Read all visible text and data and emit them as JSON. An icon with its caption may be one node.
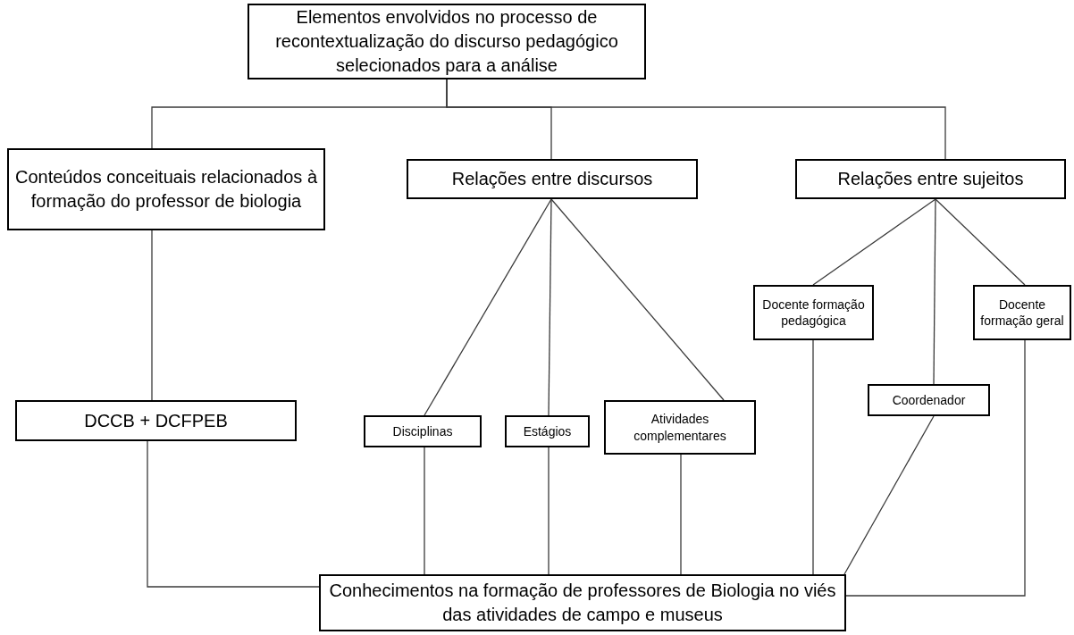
{
  "diagram": {
    "nodes": [
      {
        "text": [
          "Elementos envolvidos no processo de recontextualização do discurso pedagógico selecionados para a análise"
        ]
      },
      {
        "text": [
          "Conteúdos conceituais relacionados à formação do professor de biologia"
        ]
      },
      {
        "text": [
          "Relações entre discursos"
        ]
      },
      {
        "text": [
          "Relações entre sujeitos"
        ]
      },
      {
        "text": [
          "DCCB + DCFPEB"
        ]
      },
      {
        "text": [
          "Disciplinas"
        ]
      },
      {
        "text": [
          "Estágios"
        ]
      },
      {
        "text": [
          "Atividades complementares"
        ]
      },
      {
        "text": [
          "Docente formação pedagógica"
        ]
      },
      {
        "text": [
          "Coordenador"
        ]
      },
      {
        "text": [
          "Docente formação geral"
        ]
      },
      {
        "text": [
          "Conhecimentos na formação de professores de Biologia no viés das atividades de campo e museus"
        ]
      }
    ],
    "edges": [
      {
        "from": 0,
        "to": 1,
        "arrow": "none"
      },
      {
        "from": 0,
        "to": 2,
        "arrow": "none"
      },
      {
        "from": 0,
        "to": 3,
        "arrow": "none"
      },
      {
        "from": 1,
        "to": 4,
        "arrow": "none"
      },
      {
        "from": 2,
        "to": 5,
        "arrow": "none"
      },
      {
        "from": 2,
        "to": 6,
        "arrow": "none"
      },
      {
        "from": 2,
        "to": 7,
        "arrow": "none"
      },
      {
        "from": 3,
        "to": 8,
        "arrow": "none"
      },
      {
        "from": 3,
        "to": 9,
        "arrow": "none"
      },
      {
        "from": 3,
        "to": 10,
        "arrow": "none"
      },
      {
        "from": 4,
        "to": 11,
        "arrow": "none"
      },
      {
        "from": 5,
        "to": 11,
        "arrow": "none"
      },
      {
        "from": 6,
        "to": 11,
        "arrow": "none"
      },
      {
        "from": 7,
        "to": 11,
        "arrow": "none"
      },
      {
        "from": 8,
        "to": 11,
        "arrow": "none"
      },
      {
        "from": 9,
        "to": 11,
        "arrow": "none"
      },
      {
        "from": 10,
        "to": 11,
        "arrow": "none"
      }
    ]
  }
}
